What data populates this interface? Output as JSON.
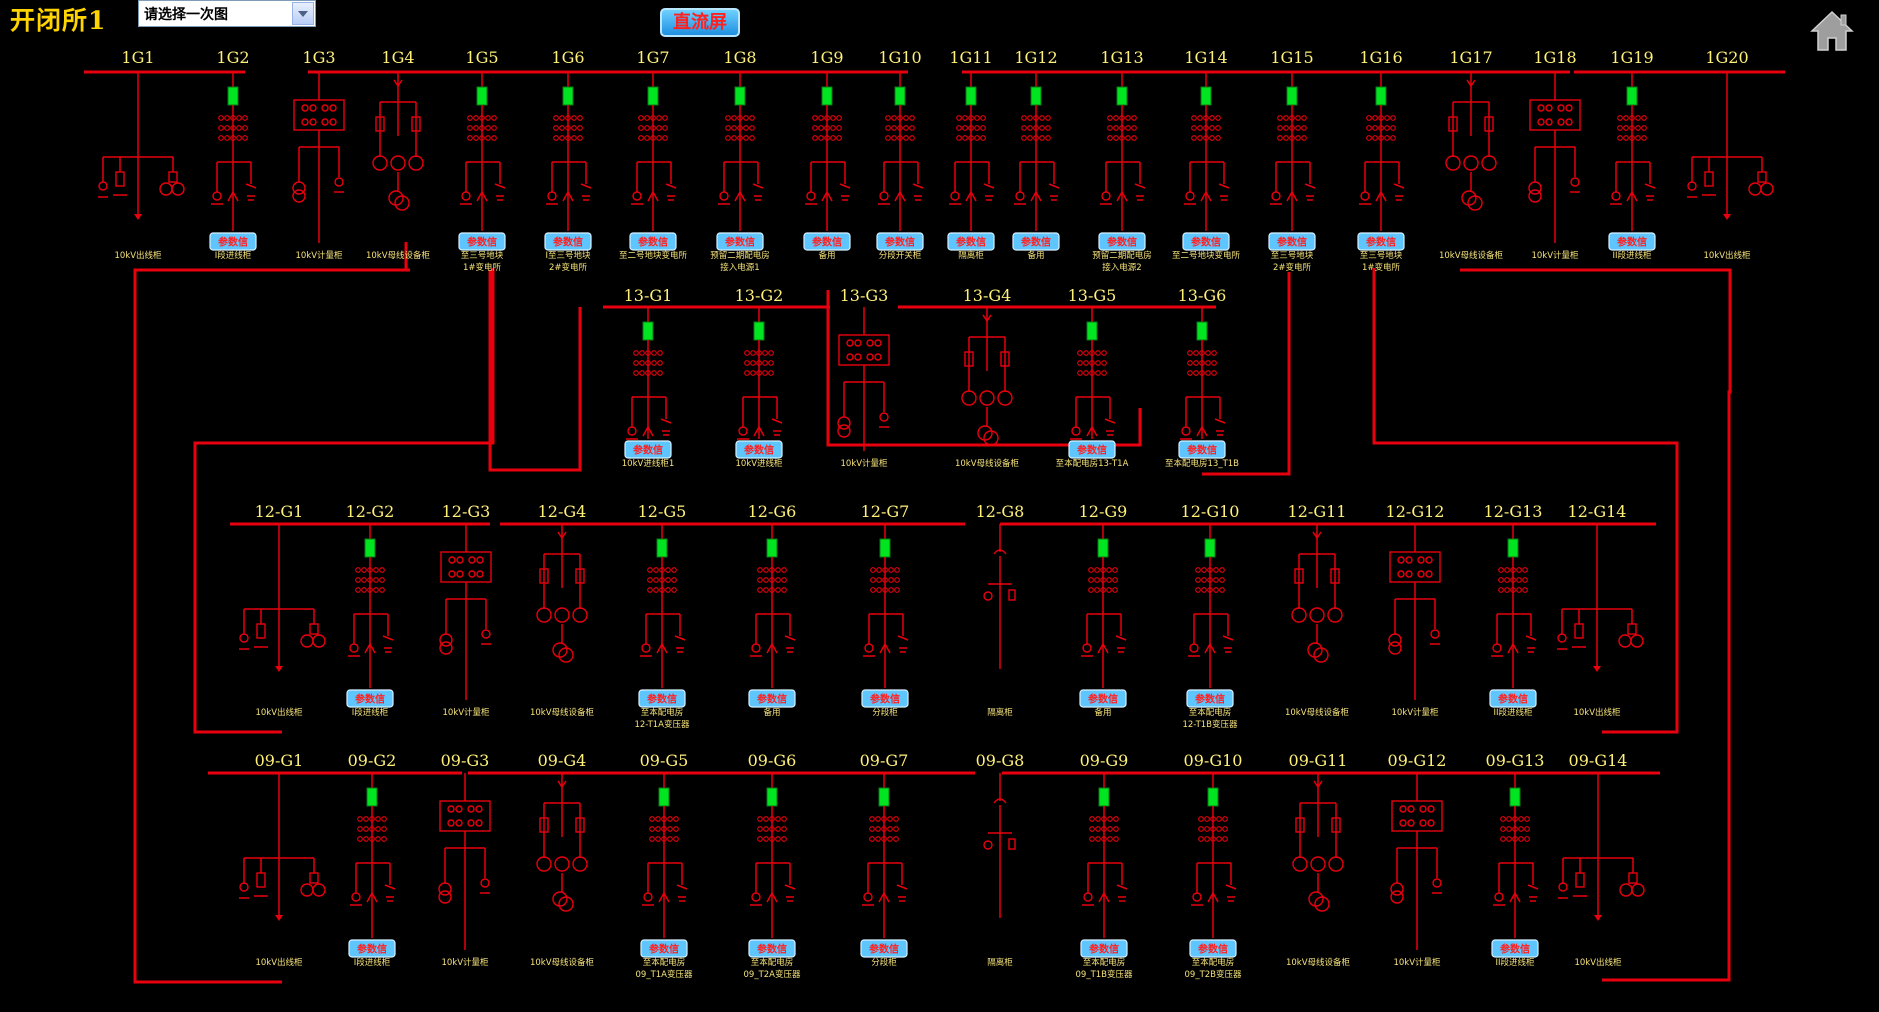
{
  "title": "开闭所1",
  "select": {
    "value": "请选择一次图"
  },
  "dc_button": "直流屏",
  "params_label": "参数信",
  "colors": {
    "line": "#e8000e",
    "switch": "#00e51f",
    "label": "#fff07a",
    "desc": "#f5e27a"
  },
  "rows": [
    {
      "id": "1",
      "cabinets": [
        {
          "name": "1G1",
          "type": "pt",
          "desc": [
            "10kV出线柜"
          ],
          "params": false
        },
        {
          "name": "1G2",
          "type": "feeder",
          "desc": [
            "I段进线柜"
          ],
          "params": true
        },
        {
          "name": "1G3",
          "type": "meter",
          "desc": [
            "10kV计量柜"
          ],
          "params": false
        },
        {
          "name": "1G4",
          "type": "pt",
          "desc": [
            "10kV母线设备柜"
          ],
          "params": false
        },
        {
          "name": "1G5",
          "type": "feeder",
          "desc": [
            "至三号地块",
            "1#变电所"
          ],
          "params": true
        },
        {
          "name": "1G6",
          "type": "feeder",
          "desc": [
            "I至三号地块",
            "2#变电所"
          ],
          "params": true
        },
        {
          "name": "1G7",
          "type": "feeder",
          "desc": [
            "至二号地块变电所"
          ],
          "params": true
        },
        {
          "name": "1G8",
          "type": "feeder",
          "desc": [
            "预留二期配电房",
            "接入电源1"
          ],
          "params": true
        },
        {
          "name": "1G9",
          "type": "feeder",
          "desc": [
            "备用"
          ],
          "params": true
        },
        {
          "name": "1G10",
          "type": "feeder",
          "desc": [
            "分段开关柜"
          ],
          "params": true
        },
        {
          "name": "1G11",
          "type": "feeder",
          "desc": [
            "隔离柜"
          ],
          "params": true
        },
        {
          "name": "1G12",
          "type": "feeder",
          "desc": [
            "备用"
          ],
          "params": true
        },
        {
          "name": "1G13",
          "type": "feeder",
          "desc": [
            "预留二期配电房",
            "接入电源2"
          ],
          "params": true
        },
        {
          "name": "1G14",
          "type": "feeder",
          "desc": [
            "至二号地块变电所"
          ],
          "params": true
        },
        {
          "name": "1G15",
          "type": "feeder",
          "desc": [
            "至三号地块",
            "2#变电所"
          ],
          "params": true
        },
        {
          "name": "1G16",
          "type": "feeder",
          "desc": [
            "至三号地块",
            "1#变电所"
          ],
          "params": true
        },
        {
          "name": "1G17",
          "type": "pt",
          "desc": [
            "10kV母线设备柜"
          ],
          "params": false
        },
        {
          "name": "1G18",
          "type": "meter",
          "desc": [
            "10kV计量柜"
          ],
          "params": false
        },
        {
          "name": "1G19",
          "type": "feeder",
          "desc": [
            "II段进线柜"
          ],
          "params": true
        },
        {
          "name": "1G20",
          "type": "pt",
          "desc": [
            "10kV出线柜"
          ],
          "params": false
        }
      ]
    },
    {
      "id": "13",
      "cabinets": [
        {
          "name": "13-G1",
          "type": "feeder",
          "desc": [
            "10kV进线柜1"
          ],
          "params": true
        },
        {
          "name": "13-G2",
          "type": "feeder",
          "desc": [
            "10kV进线柜"
          ],
          "params": true
        },
        {
          "name": "13-G3",
          "type": "meter",
          "desc": [
            "10kV计量柜"
          ],
          "params": false
        },
        {
          "name": "13-G4",
          "type": "pt",
          "desc": [
            "10kV母线设备柜"
          ],
          "params": false
        },
        {
          "name": "13-G5",
          "type": "feeder",
          "desc": [
            "至本配电房13-T1A"
          ],
          "params": true
        },
        {
          "name": "13-G6",
          "type": "feeder",
          "desc": [
            "至本配电房13_T1B"
          ],
          "params": true
        }
      ]
    },
    {
      "id": "12",
      "cabinets": [
        {
          "name": "12-G1",
          "type": "pt",
          "desc": [
            "10kV出线柜"
          ],
          "params": false
        },
        {
          "name": "12-G2",
          "type": "feeder",
          "desc": [
            "I段进线柜"
          ],
          "params": true
        },
        {
          "name": "12-G3",
          "type": "meter",
          "desc": [
            "10kV计量柜"
          ],
          "params": false
        },
        {
          "name": "12-G4",
          "type": "pt",
          "desc": [
            "10kV母线设备柜"
          ],
          "params": false
        },
        {
          "name": "12-G5",
          "type": "feeder",
          "desc": [
            "至本配电房",
            "12-T1A变压器"
          ],
          "params": true
        },
        {
          "name": "12-G6",
          "type": "feeder",
          "desc": [
            "备用"
          ],
          "params": true
        },
        {
          "name": "12-G7",
          "type": "feeder",
          "desc": [
            "分段柜"
          ],
          "params": true
        },
        {
          "name": "12-G8",
          "type": "iso",
          "desc": [
            "隔离柜"
          ],
          "params": false
        },
        {
          "name": "12-G9",
          "type": "feeder",
          "desc": [
            "备用"
          ],
          "params": true
        },
        {
          "name": "12-G10",
          "type": "feeder",
          "desc": [
            "至本配电房",
            "12-T1B变压器"
          ],
          "params": true
        },
        {
          "name": "12-G11",
          "type": "pt",
          "desc": [
            "10kV母线设备柜"
          ],
          "params": false
        },
        {
          "name": "12-G12",
          "type": "meter",
          "desc": [
            "10kV计量柜"
          ],
          "params": false
        },
        {
          "name": "12-G13",
          "type": "feeder",
          "desc": [
            "II段进线柜"
          ],
          "params": true
        },
        {
          "name": "12-G14",
          "type": "pt",
          "desc": [
            "10kV出线柜"
          ],
          "params": false
        }
      ]
    },
    {
      "id": "09",
      "cabinets": [
        {
          "name": "09-G1",
          "type": "pt",
          "desc": [
            "10kV出线柜"
          ],
          "params": false
        },
        {
          "name": "09-G2",
          "type": "feeder",
          "desc": [
            "I段进线柜"
          ],
          "params": true
        },
        {
          "name": "09-G3",
          "type": "meter",
          "desc": [
            "10kV计量柜"
          ],
          "params": false
        },
        {
          "name": "09-G4",
          "type": "pt",
          "desc": [
            "10kV母线设备柜"
          ],
          "params": false
        },
        {
          "name": "09-G5",
          "type": "feeder",
          "desc": [
            "至本配电房",
            "09_T1A变压器"
          ],
          "params": true
        },
        {
          "name": "09-G6",
          "type": "feeder",
          "desc": [
            "至本配电房",
            "09_T2A变压器"
          ],
          "params": true
        },
        {
          "name": "09-G7",
          "type": "feeder",
          "desc": [
            "分段柜"
          ],
          "params": true
        },
        {
          "name": "09-G8",
          "type": "iso",
          "desc": [
            "隔离柜"
          ],
          "params": false
        },
        {
          "name": "09-G9",
          "type": "feeder",
          "desc": [
            "至本配电房",
            "09_T1B变压器"
          ],
          "params": true
        },
        {
          "name": "09-G10",
          "type": "feeder",
          "desc": [
            "至本配电房",
            "09_T2B变压器"
          ],
          "params": true
        },
        {
          "name": "09-G11",
          "type": "pt",
          "desc": [
            "10kV母线设备柜"
          ],
          "params": false
        },
        {
          "name": "09-G12",
          "type": "meter",
          "desc": [
            "10kV计量柜"
          ],
          "params": false
        },
        {
          "name": "09-G13",
          "type": "feeder",
          "desc": [
            "II段进线柜"
          ],
          "params": true
        },
        {
          "name": "09-G14",
          "type": "pt",
          "desc": [
            "10kV出线柜"
          ],
          "params": false
        }
      ]
    }
  ]
}
